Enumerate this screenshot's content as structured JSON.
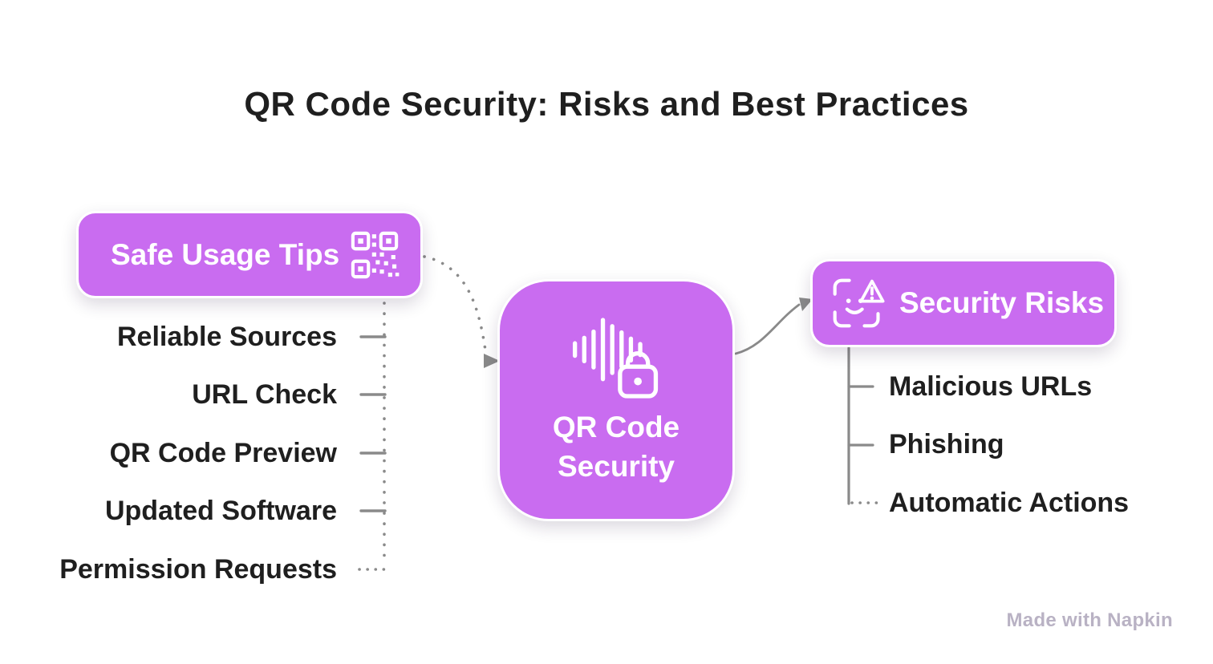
{
  "title": "QR Code Security: Risks and Best Practices",
  "center": {
    "label": "QR Code Security",
    "icon": "waveform-lock-icon"
  },
  "left_branch": {
    "label": "Safe Usage Tips",
    "icon": "qr-code-icon",
    "items": [
      "Reliable Sources",
      "URL Check",
      "QR Code Preview",
      "Updated Software",
      "Permission Requests"
    ]
  },
  "right_branch": {
    "label": "Security Risks",
    "icon": "face-scan-warning-icon",
    "items": [
      "Malicious URLs",
      "Phishing",
      "Automatic Actions"
    ]
  },
  "watermark": "Made with Napkin",
  "colors": {
    "accent": "#c96cf0",
    "text_dark": "#1f1f1f",
    "connector": "#8a8a8a",
    "watermark": "#b9b2c4"
  }
}
